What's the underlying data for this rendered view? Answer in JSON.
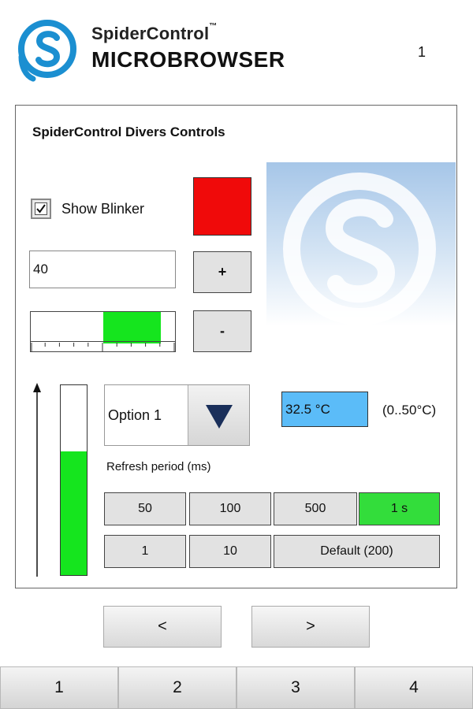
{
  "header": {
    "brand_line1": "SpiderControl",
    "brand_trademark": "™",
    "brand_line2": "MICROBROWSER",
    "page_number": "1",
    "logo_icon": "spidercontrol-logo-icon",
    "logo_color": "#1b8fd1"
  },
  "panel": {
    "title": "SpiderControl Divers Controls"
  },
  "blinker": {
    "checkbox_label": "Show Blinker",
    "checked": true,
    "color": "#f00a0a"
  },
  "value_input": {
    "value": "40"
  },
  "buttons": {
    "plus": "+",
    "minus": "-"
  },
  "hbar": {
    "fill_start_fraction": 0.5,
    "fill_end_fraction": 0.9,
    "fill_color": "#15e51e"
  },
  "vbar": {
    "level_fraction": 0.65,
    "fill_color": "#15e51e"
  },
  "select": {
    "selected": "Option 1",
    "arrow_icon": "triangle-down-icon"
  },
  "temperature": {
    "value": "32.5 °C",
    "range": "(0..50°C)",
    "box_color": "#5bbcf8"
  },
  "refresh": {
    "label": "Refresh period (ms)",
    "options_row1": [
      "50",
      "100",
      "500",
      "1 s"
    ],
    "options_row2": [
      "1",
      "10",
      "Default (200)"
    ],
    "active": "1 s",
    "active_color": "#33dd3b"
  },
  "nav": {
    "prev": "<",
    "next": ">"
  },
  "tabs": [
    "1",
    "2",
    "3",
    "4"
  ]
}
